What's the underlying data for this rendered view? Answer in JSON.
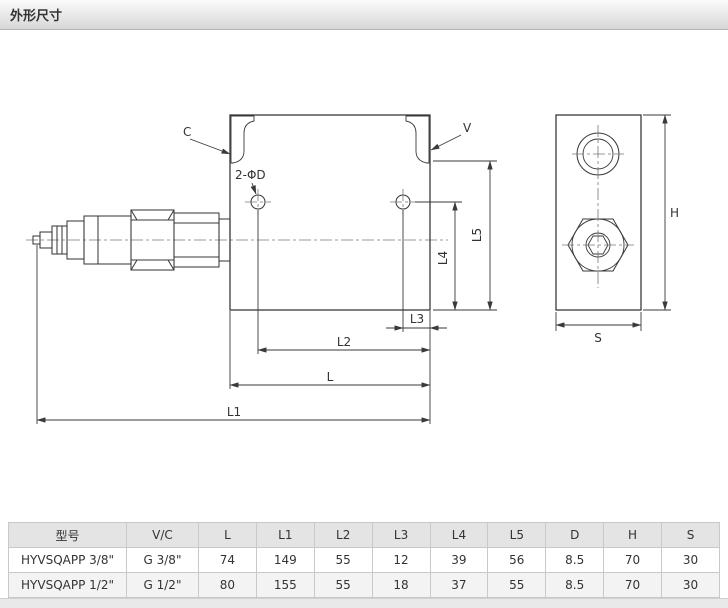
{
  "page": {
    "header_title": "外形尺寸"
  },
  "drawing": {
    "port_left_label": "C",
    "port_right_label": "V",
    "holes_label": "2-ΦD",
    "dim_l1": "L1",
    "dim_l2": "L2",
    "dim_l3": "L3",
    "dim_l4": "L4",
    "dim_l5": "L5",
    "dim_l": "L",
    "dim_h": "H",
    "dim_s": "S"
  },
  "table": {
    "headers": [
      "型号",
      "V/C",
      "L",
      "L1",
      "L2",
      "L3",
      "L4",
      "L5",
      "D",
      "H",
      "S"
    ],
    "rows": [
      [
        "HYVSQAPP 3/8\"",
        "G 3/8\"",
        "74",
        "149",
        "55",
        "12",
        "39",
        "56",
        "8.5",
        "70",
        "30"
      ],
      [
        "HYVSQAPP 1/2\"",
        "G 1/2\"",
        "80",
        "155",
        "55",
        "18",
        "37",
        "55",
        "8.5",
        "70",
        "30"
      ]
    ]
  }
}
